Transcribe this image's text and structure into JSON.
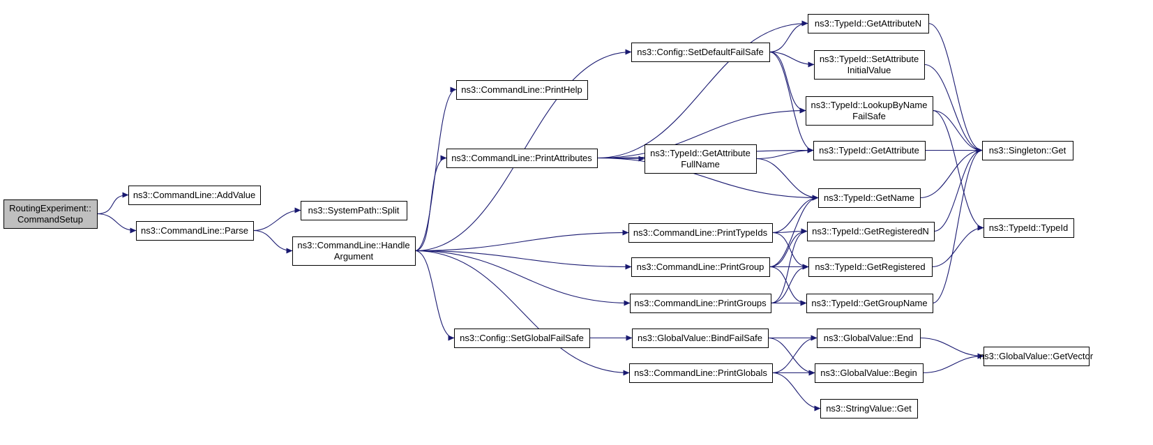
{
  "diagram": {
    "edge_color": "#191970",
    "root_fill": "#bfbfbf",
    "node_fill": "#ffffff",
    "nodes": [
      {
        "id": "root",
        "lines": [
          "RoutingExperiment::",
          "CommandSetup"
        ],
        "root": true
      },
      {
        "id": "addvalue",
        "lines": [
          "ns3::CommandLine::AddValue"
        ]
      },
      {
        "id": "parse",
        "lines": [
          "ns3::CommandLine::Parse"
        ]
      },
      {
        "id": "split",
        "lines": [
          "ns3::SystemPath::Split"
        ]
      },
      {
        "id": "handlearg",
        "lines": [
          "ns3::CommandLine::Handle",
          "Argument"
        ]
      },
      {
        "id": "printhelp",
        "lines": [
          "ns3::CommandLine::PrintHelp"
        ]
      },
      {
        "id": "printattributes",
        "lines": [
          "ns3::CommandLine::PrintAttributes"
        ]
      },
      {
        "id": "setglobalfailsafe",
        "lines": [
          "ns3::Config::SetGlobalFailSafe"
        ]
      },
      {
        "id": "setdefaultfailsafe",
        "lines": [
          "ns3::Config::SetDefaultFailSafe"
        ]
      },
      {
        "id": "getattributefullname",
        "lines": [
          "ns3::TypeId::GetAttribute",
          "FullName"
        ]
      },
      {
        "id": "printtypeids",
        "lines": [
          "ns3::CommandLine::PrintTypeIds"
        ]
      },
      {
        "id": "printgroup",
        "lines": [
          "ns3::CommandLine::PrintGroup"
        ]
      },
      {
        "id": "printgroups",
        "lines": [
          "ns3::CommandLine::PrintGroups"
        ]
      },
      {
        "id": "bindfailsafe",
        "lines": [
          "ns3::GlobalValue::BindFailSafe"
        ]
      },
      {
        "id": "printglobals",
        "lines": [
          "ns3::CommandLine::PrintGlobals"
        ]
      },
      {
        "id": "getattributen",
        "lines": [
          "ns3::TypeId::GetAttributeN"
        ]
      },
      {
        "id": "setattributeinitialvalue",
        "lines": [
          "ns3::TypeId::SetAttribute",
          "InitialValue"
        ]
      },
      {
        "id": "lookupbynamefailsafe",
        "lines": [
          "ns3::TypeId::LookupByName",
          "FailSafe"
        ]
      },
      {
        "id": "getattribute",
        "lines": [
          "ns3::TypeId::GetAttribute"
        ]
      },
      {
        "id": "getname",
        "lines": [
          "ns3::TypeId::GetName"
        ]
      },
      {
        "id": "getregisteredn",
        "lines": [
          "ns3::TypeId::GetRegisteredN"
        ]
      },
      {
        "id": "getregistered",
        "lines": [
          "ns3::TypeId::GetRegistered"
        ]
      },
      {
        "id": "getgroupname",
        "lines": [
          "ns3::TypeId::GetGroupName"
        ]
      },
      {
        "id": "gvend",
        "lines": [
          "ns3::GlobalValue::End"
        ]
      },
      {
        "id": "gvbegin",
        "lines": [
          "ns3::GlobalValue::Begin"
        ]
      },
      {
        "id": "stringvalueget",
        "lines": [
          "ns3::StringValue::Get"
        ]
      },
      {
        "id": "singletonget",
        "lines": [
          "ns3::Singleton::Get"
        ]
      },
      {
        "id": "typeidtypeid",
        "lines": [
          "ns3::TypeId::TypeId"
        ]
      },
      {
        "id": "getvector",
        "lines": [
          "ns3::GlobalValue::GetVector"
        ]
      }
    ],
    "edges": [
      [
        "root",
        "addvalue"
      ],
      [
        "root",
        "parse"
      ],
      [
        "parse",
        "split"
      ],
      [
        "parse",
        "handlearg"
      ],
      [
        "handlearg",
        "printhelp"
      ],
      [
        "handlearg",
        "printattributes"
      ],
      [
        "handlearg",
        "setdefaultfailsafe"
      ],
      [
        "handlearg",
        "printtypeids"
      ],
      [
        "handlearg",
        "printgroup"
      ],
      [
        "handlearg",
        "printgroups"
      ],
      [
        "handlearg",
        "setglobalfailsafe"
      ],
      [
        "handlearg",
        "printglobals"
      ],
      [
        "printattributes",
        "getattributen"
      ],
      [
        "printattributes",
        "lookupbynamefailsafe"
      ],
      [
        "printattributes",
        "getattribute"
      ],
      [
        "printattributes",
        "getattributefullname"
      ],
      [
        "printattributes",
        "getname"
      ],
      [
        "setdefaultfailsafe",
        "getattributen"
      ],
      [
        "setdefaultfailsafe",
        "setattributeinitialvalue"
      ],
      [
        "setdefaultfailsafe",
        "lookupbynamefailsafe"
      ],
      [
        "setdefaultfailsafe",
        "getattribute"
      ],
      [
        "getattributefullname",
        "getattribute"
      ],
      [
        "getattributefullname",
        "getname"
      ],
      [
        "setglobalfailsafe",
        "bindfailsafe"
      ],
      [
        "printtypeids",
        "getname"
      ],
      [
        "printtypeids",
        "getregisteredn"
      ],
      [
        "printtypeids",
        "getregistered"
      ],
      [
        "printgroup",
        "getname"
      ],
      [
        "printgroup",
        "getregisteredn"
      ],
      [
        "printgroup",
        "getregistered"
      ],
      [
        "printgroup",
        "getgroupname"
      ],
      [
        "printgroups",
        "getregisteredn"
      ],
      [
        "printgroups",
        "getregistered"
      ],
      [
        "printgroups",
        "getgroupname"
      ],
      [
        "bindfailsafe",
        "gvend"
      ],
      [
        "bindfailsafe",
        "gvbegin"
      ],
      [
        "printglobals",
        "gvend"
      ],
      [
        "printglobals",
        "gvbegin"
      ],
      [
        "printglobals",
        "stringvalueget"
      ],
      [
        "getattributen",
        "singletonget"
      ],
      [
        "setattributeinitialvalue",
        "singletonget"
      ],
      [
        "lookupbynamefailsafe",
        "singletonget"
      ],
      [
        "lookupbynamefailsafe",
        "typeidtypeid"
      ],
      [
        "getattribute",
        "singletonget"
      ],
      [
        "getname",
        "singletonget"
      ],
      [
        "getregisteredn",
        "singletonget"
      ],
      [
        "getregistered",
        "typeidtypeid"
      ],
      [
        "getgroupname",
        "singletonget"
      ],
      [
        "gvend",
        "getvector"
      ],
      [
        "gvbegin",
        "getvector"
      ]
    ]
  }
}
